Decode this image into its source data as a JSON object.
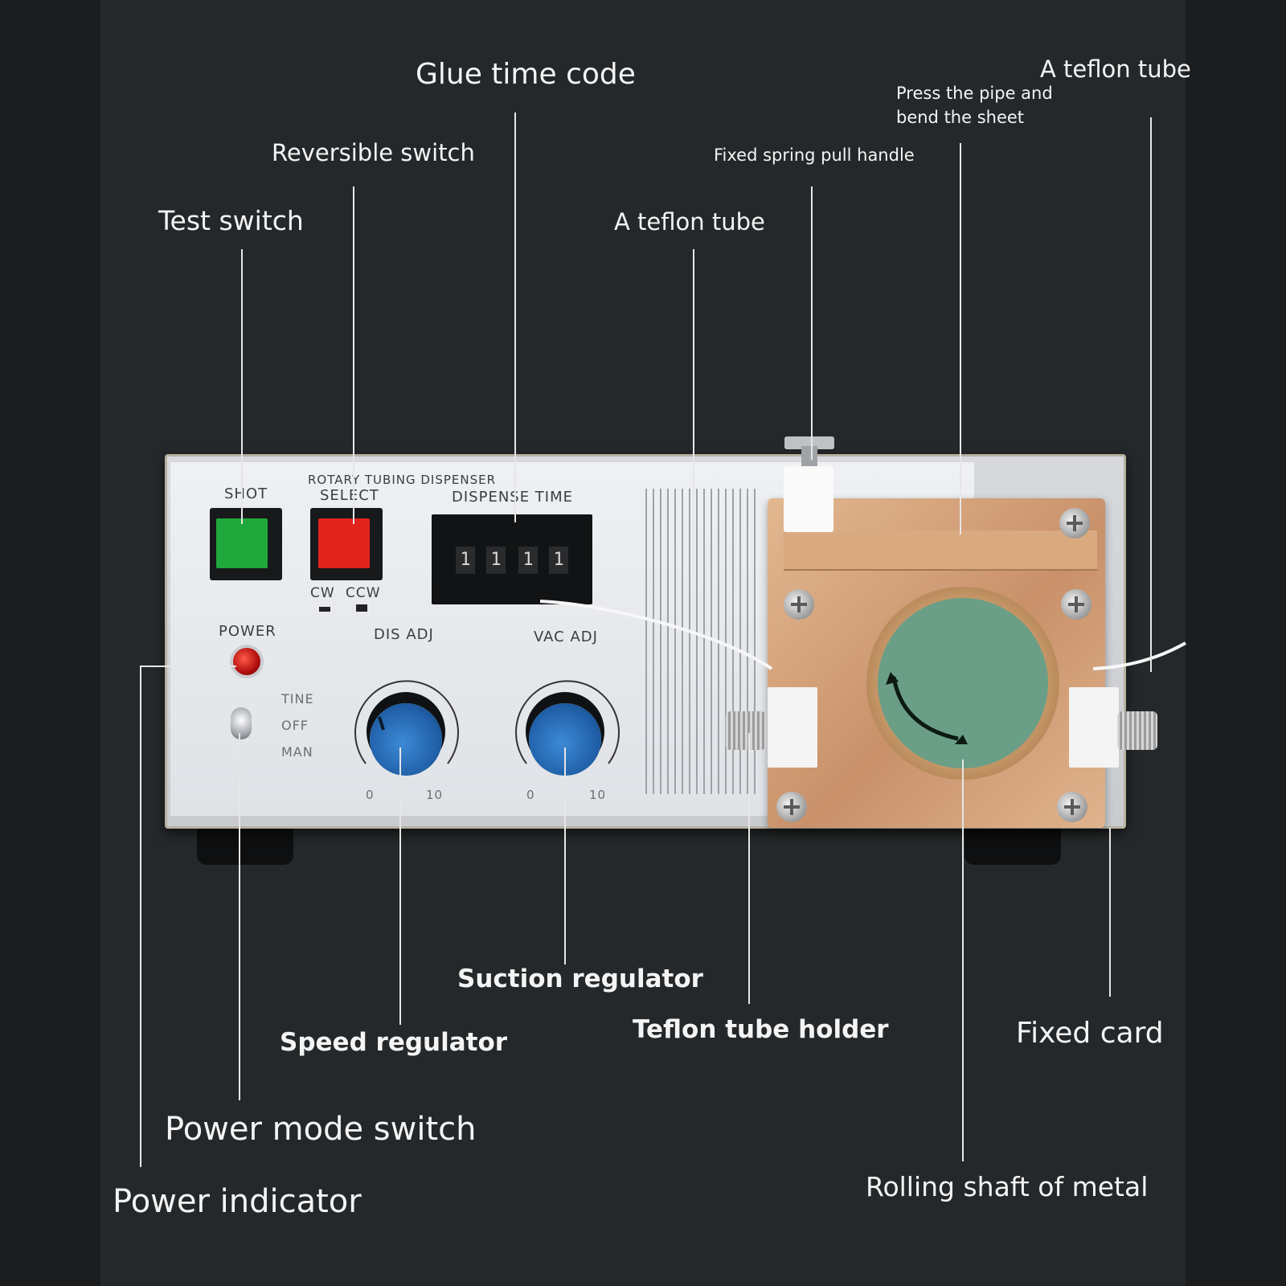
{
  "callouts": {
    "glue_time_code": "Glue time code",
    "teflon_tube_top_right": "A teflon tube",
    "press_pipe": [
      "Press the pipe and",
      "bend the sheet"
    ],
    "reversible_switch": "Reversible switch",
    "fixed_spring_pull_handle": "Fixed spring pull handle",
    "test_switch": "Test switch",
    "teflon_tube_center": "A teflon tube",
    "suction_regulator": "Suction regulator",
    "speed_regulator": "Speed regulator",
    "teflon_tube_holder": "Teflon tube holder",
    "fixed_card": "Fixed card",
    "power_mode_switch": "Power mode switch",
    "power_indicator": "Power indicator",
    "rolling_shaft_of_metal": "Rolling shaft of metal"
  },
  "device": {
    "model_title": "ROTARY TUBING DISPENSER",
    "shot_label": "SHOT",
    "select_label": "SELECT",
    "dispense_time_label": "DISPENSE  TIME",
    "display_digits": [
      "1",
      "1",
      "1",
      "1"
    ],
    "cw_label": "CW",
    "ccw_label": "CCW",
    "power_label": "POWER",
    "mode_options": [
      "TINE",
      "OFF",
      "MAN"
    ],
    "dis_adj_label": "DIS ADJ",
    "vac_adj_label": "VAC ADJ",
    "dial_min": "0",
    "dial_max": "10"
  },
  "colors": {
    "background": "#1b1d1f",
    "callout_text": "#f4f4f4",
    "shot_button": "#1fa83b",
    "select_button": "#e2231d",
    "knob": "#2f7bcc",
    "rotor": "#6b9e86",
    "led": "#d01612"
  }
}
